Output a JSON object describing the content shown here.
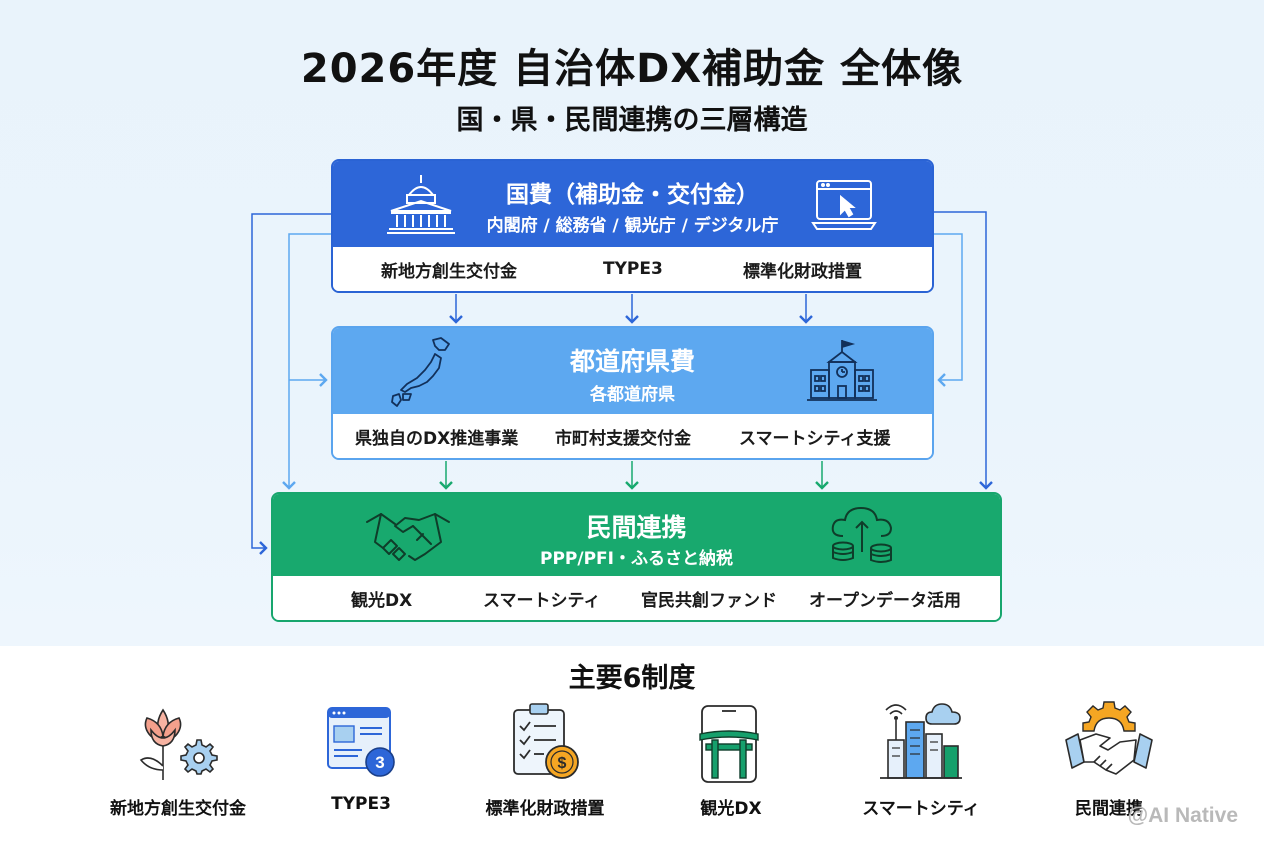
{
  "title": "2026年度 自治体DX補助金 全体像",
  "subtitle": "国・県・民間連携の三層構造",
  "tiers": {
    "national": {
      "title": "国費（補助金・交付金）",
      "agencies": "内閣府 / 総務省 / 観光庁 / デジタル庁",
      "items": [
        "新地方創生交付金",
        "TYPE3",
        "標準化財政措置"
      ],
      "color": "#2d66d8"
    },
    "prefectural": {
      "title": "都道府県費",
      "sub": "各都道府県",
      "items": [
        "県独自のDX推進事業",
        "市町村支援交付金",
        "スマートシティ支援"
      ],
      "color": "#5da8f0"
    },
    "private": {
      "title": "民間連携",
      "sub": "PPP/PFI・ふるさと納税",
      "items": [
        "観光DX",
        "スマートシティ",
        "官民共創ファンド",
        "オープンデータ活用"
      ],
      "color": "#18a96e"
    }
  },
  "programs": {
    "title": "主要6制度",
    "items": [
      {
        "label": "新地方創生交付金",
        "icon": "flower-gear-icon"
      },
      {
        "label": "TYPE3",
        "icon": "window-3-icon"
      },
      {
        "label": "標準化財政措置",
        "icon": "checklist-coin-icon"
      },
      {
        "label": "観光DX",
        "icon": "phone-torii-icon"
      },
      {
        "label": "スマートシティ",
        "icon": "city-cloud-icon"
      },
      {
        "label": "民間連携",
        "icon": "handshake-gear-icon"
      }
    ]
  },
  "watermark": "@AI Native"
}
